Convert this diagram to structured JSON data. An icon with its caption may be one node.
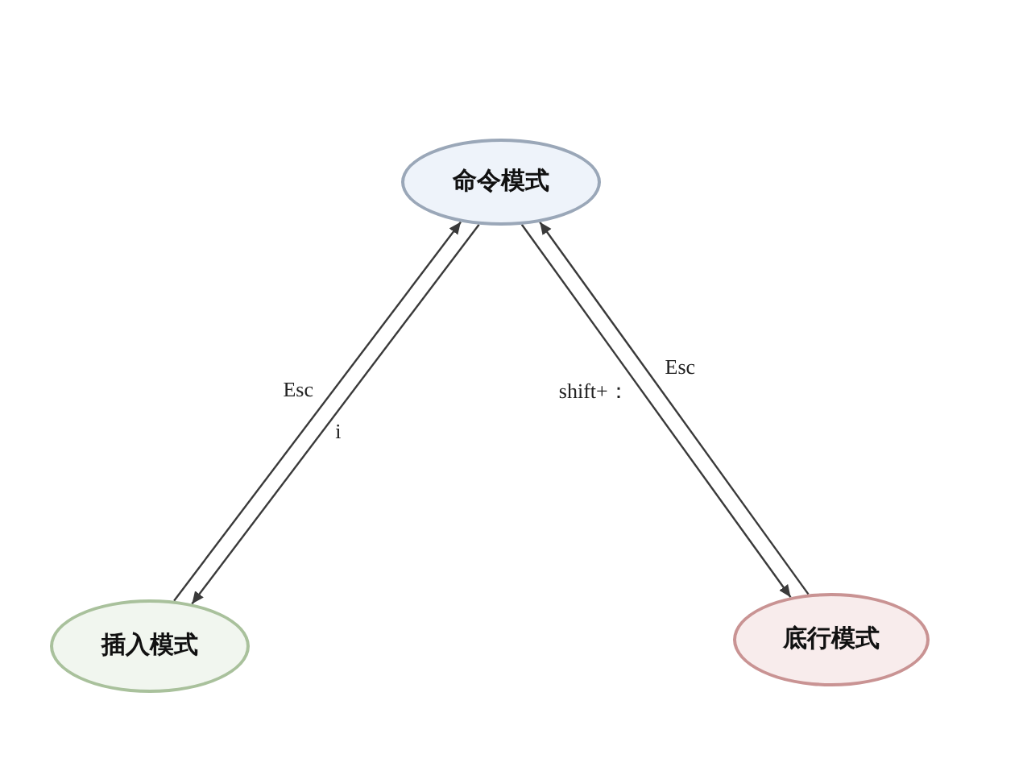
{
  "diagram": {
    "nodes": [
      {
        "text": [
          "命令模式"
        ]
      },
      {
        "text": [
          "插入模式"
        ]
      },
      {
        "text": [
          "底行模式"
        ]
      }
    ],
    "edges": [
      {
        "from": 1,
        "to": 0,
        "arrow": "to",
        "label": "Esc"
      },
      {
        "from": 0,
        "to": 1,
        "arrow": "to",
        "label": "i"
      },
      {
        "from": 0,
        "to": 2,
        "arrow": "to",
        "label": "shift+："
      },
      {
        "from": 2,
        "to": 0,
        "arrow": "to",
        "label": "Esc"
      }
    ]
  }
}
